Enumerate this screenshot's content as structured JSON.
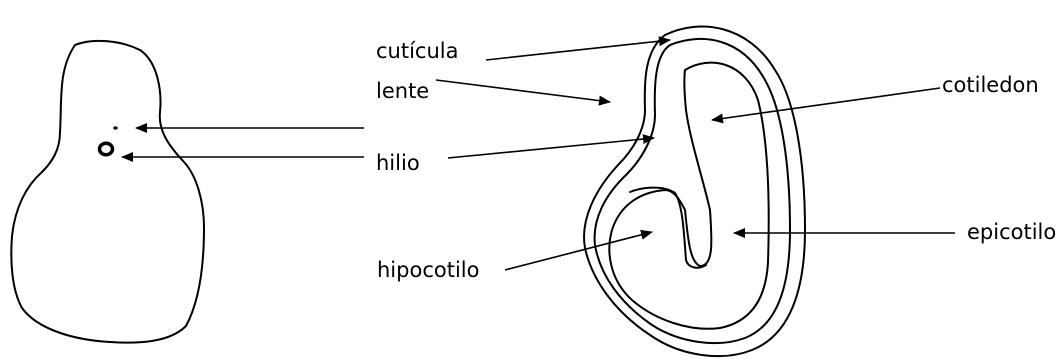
{
  "labels": {
    "cuticula": "cutícula",
    "lente": "lente",
    "hilio": "hilio",
    "cotiledon": "cotiledon",
    "epicotilo": "epicotilo",
    "hipocotilo": "hipocotilo"
  },
  "colors": {
    "stroke": "#000000",
    "background": "#ffffff"
  }
}
